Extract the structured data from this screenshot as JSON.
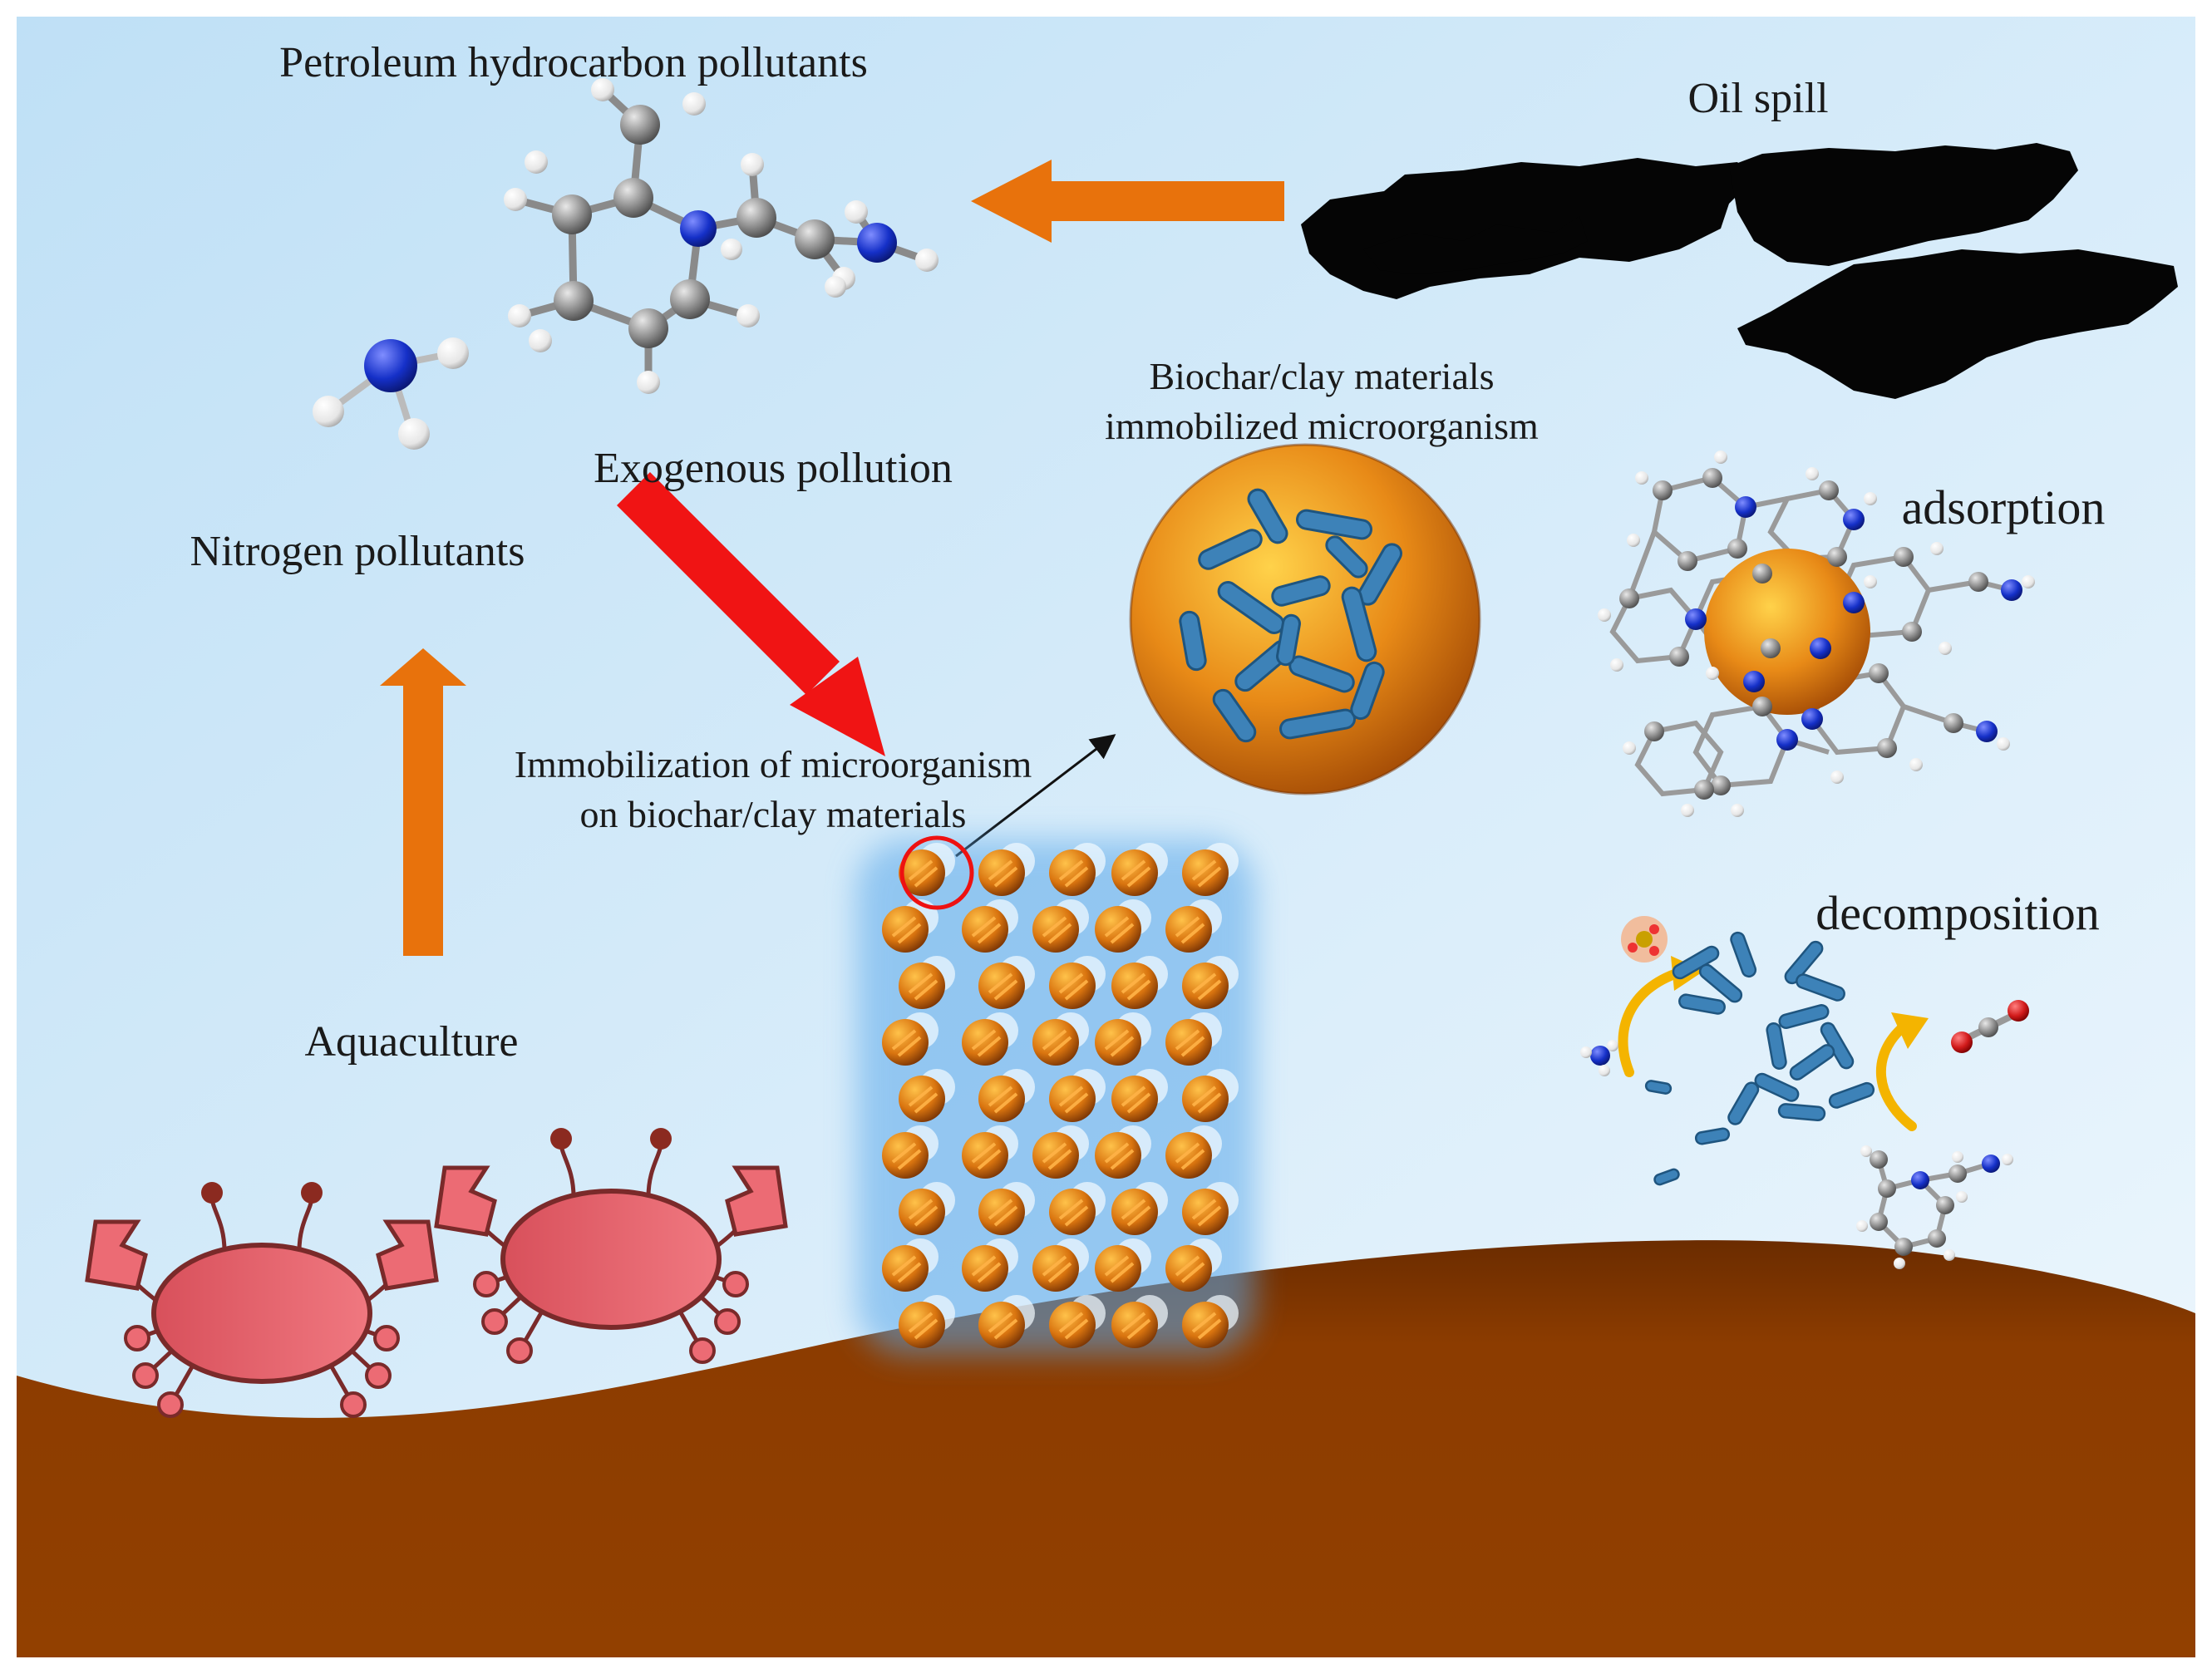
{
  "labels": {
    "petroleum": "Petroleum hydrocarbon pollutants",
    "oil_spill": "Oil spill",
    "biochar_line1": "Biochar/clay materials",
    "biochar_line2": "immobilized microorganism",
    "exogenous": "Exogenous pollution",
    "adsorption": "adsorption",
    "nitrogen": "Nitrogen pollutants",
    "immob_line1": "Immobilization of microorganism",
    "immob_line2": "on biochar/clay materials",
    "decomposition": "decomposition",
    "aquaculture": "Aquaculture"
  },
  "colors": {
    "sky_top": "#c9e6f8",
    "sky_bottom": "#e9f5fc",
    "seabed": "#8f3e00",
    "orange_arrow": "#e8720c",
    "red_arrow": "#f01414",
    "oil": "#050505",
    "crab": "#e25a63",
    "carbon_atom": "#8a8a8a",
    "nitrogen_atom": "#1530c8",
    "hydrogen_atom": "#f0f0f0",
    "bead": "#d9740f",
    "microbe": "#3d82b8"
  }
}
